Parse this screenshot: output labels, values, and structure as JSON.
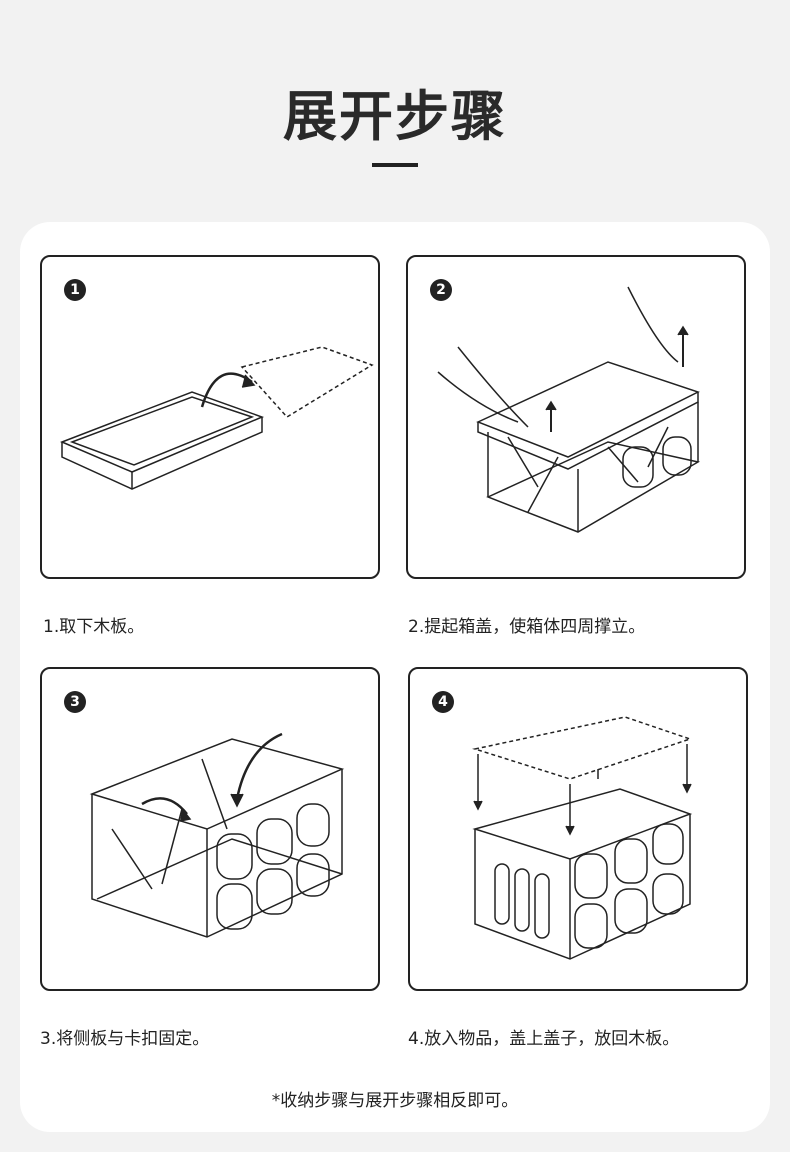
{
  "title": "展开步骤",
  "steps": [
    {
      "num": "1",
      "caption": "1.取下木板。"
    },
    {
      "num": "2",
      "caption": "2.提起箱盖，使箱体四周撑立。"
    },
    {
      "num": "3",
      "caption": "3.将侧板与卡扣固定。"
    },
    {
      "num": "4",
      "caption": "4.放入物品，盖上盖子，放回木板。"
    }
  ],
  "footnote": "*收纳步骤与展开步骤相反即可。"
}
